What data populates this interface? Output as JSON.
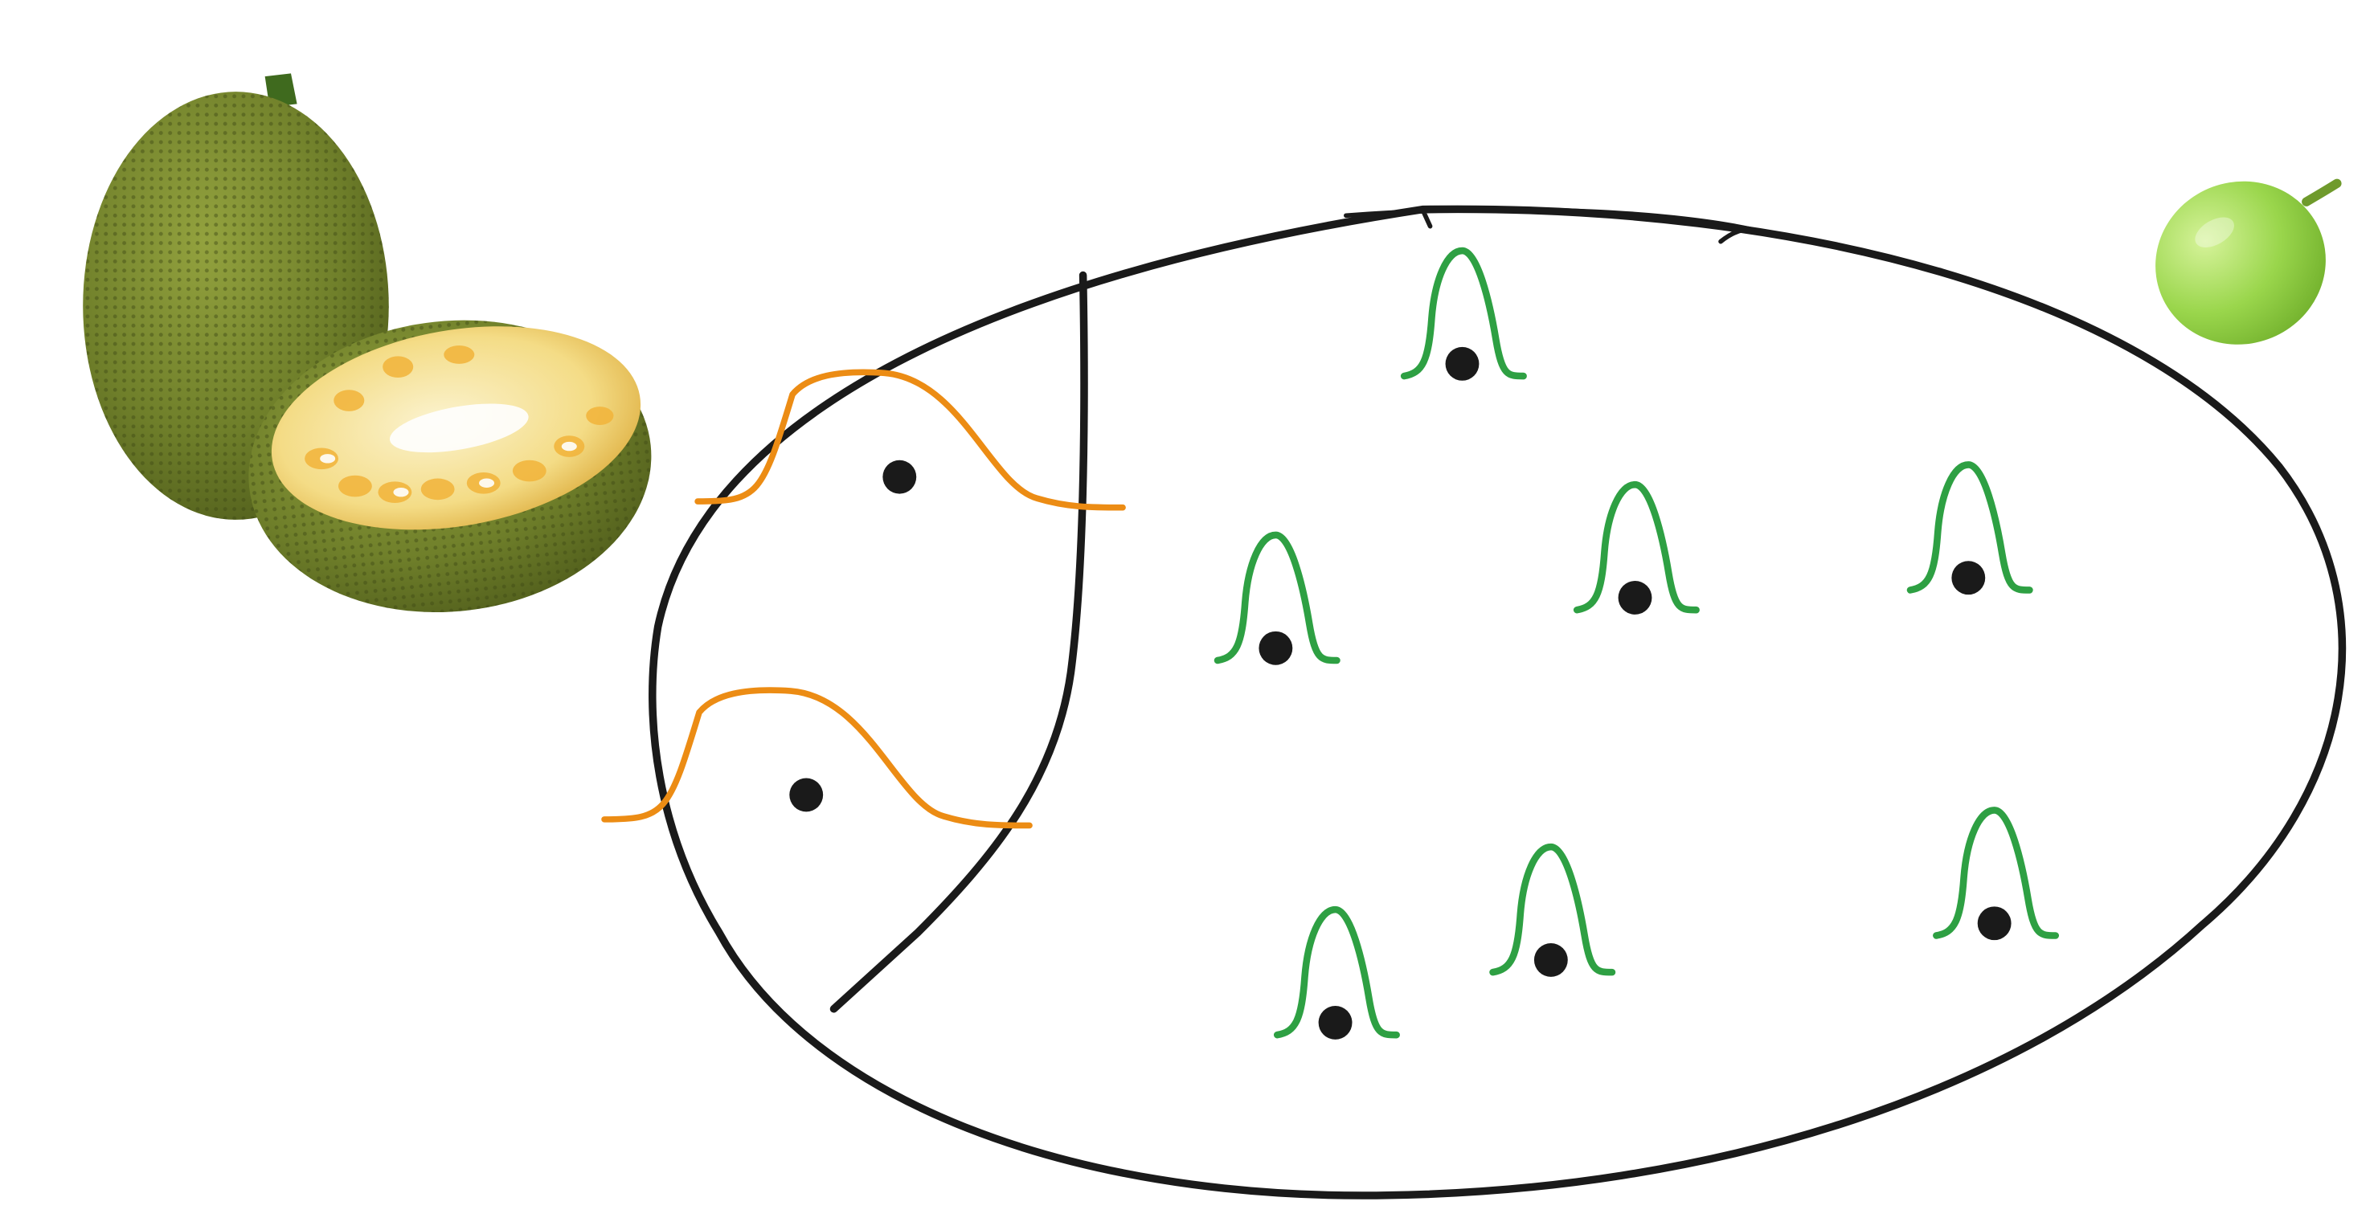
{
  "diagram": {
    "illustrations": [
      {
        "id": "jackfruit",
        "icon": "jackfruit-icon",
        "colors": {
          "rind": "#6f7f2a",
          "flesh": "#f6e7a8",
          "pod": "#f2b43a"
        }
      },
      {
        "id": "grape",
        "icon": "grape-icon",
        "colors": {
          "skin": "#8fd048",
          "stem": "#6f9a2c"
        }
      }
    ],
    "outline_color": "#1a1a1a",
    "wide_curve_color": "#ec8c14",
    "narrow_curve_color": "#2ea043",
    "dot_color": "#1a1a1a",
    "wide_distribution_count": 2,
    "narrow_distribution_count": 7
  }
}
